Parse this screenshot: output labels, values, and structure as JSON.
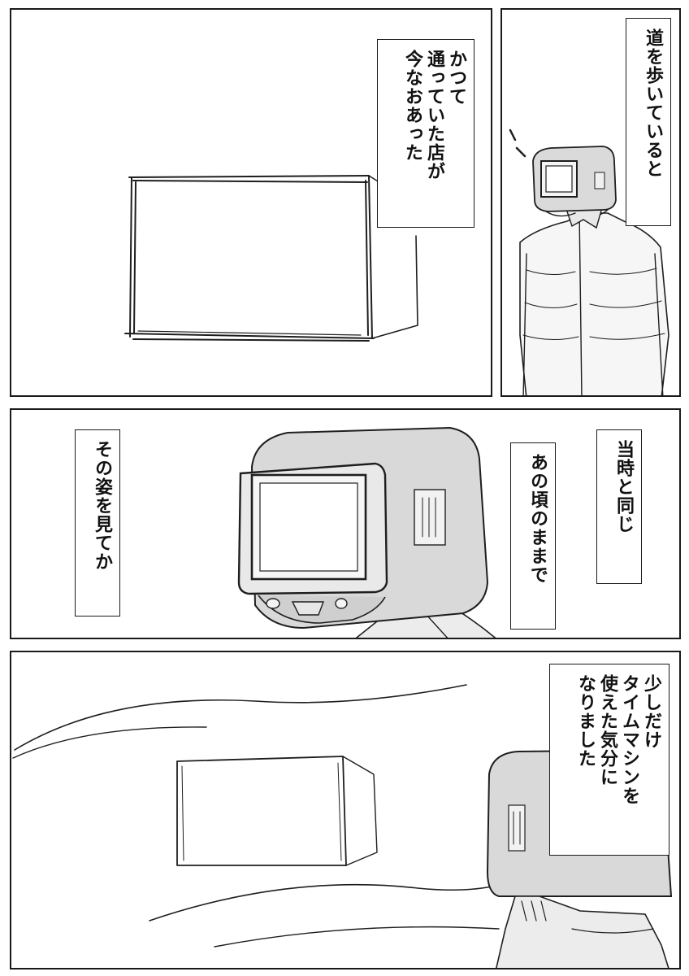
{
  "page": {
    "panels": [
      {
        "id": "store",
        "caption_lines": [
          "かつて",
          "通っていた店が",
          "今なおあった"
        ]
      },
      {
        "id": "walking",
        "caption_lines": [
          "道を歩いていると"
        ]
      },
      {
        "id": "closeup",
        "captions": [
          {
            "lines": [
              "当時と同じ"
            ]
          },
          {
            "lines": [
              "あの頃のままで"
            ]
          },
          {
            "lines": [
              "その姿を見てか"
            ]
          }
        ]
      },
      {
        "id": "timemachine",
        "caption_lines": [
          "少しだけ",
          "タイムマシンを",
          "使えた気分に",
          "なりました"
        ]
      }
    ]
  }
}
